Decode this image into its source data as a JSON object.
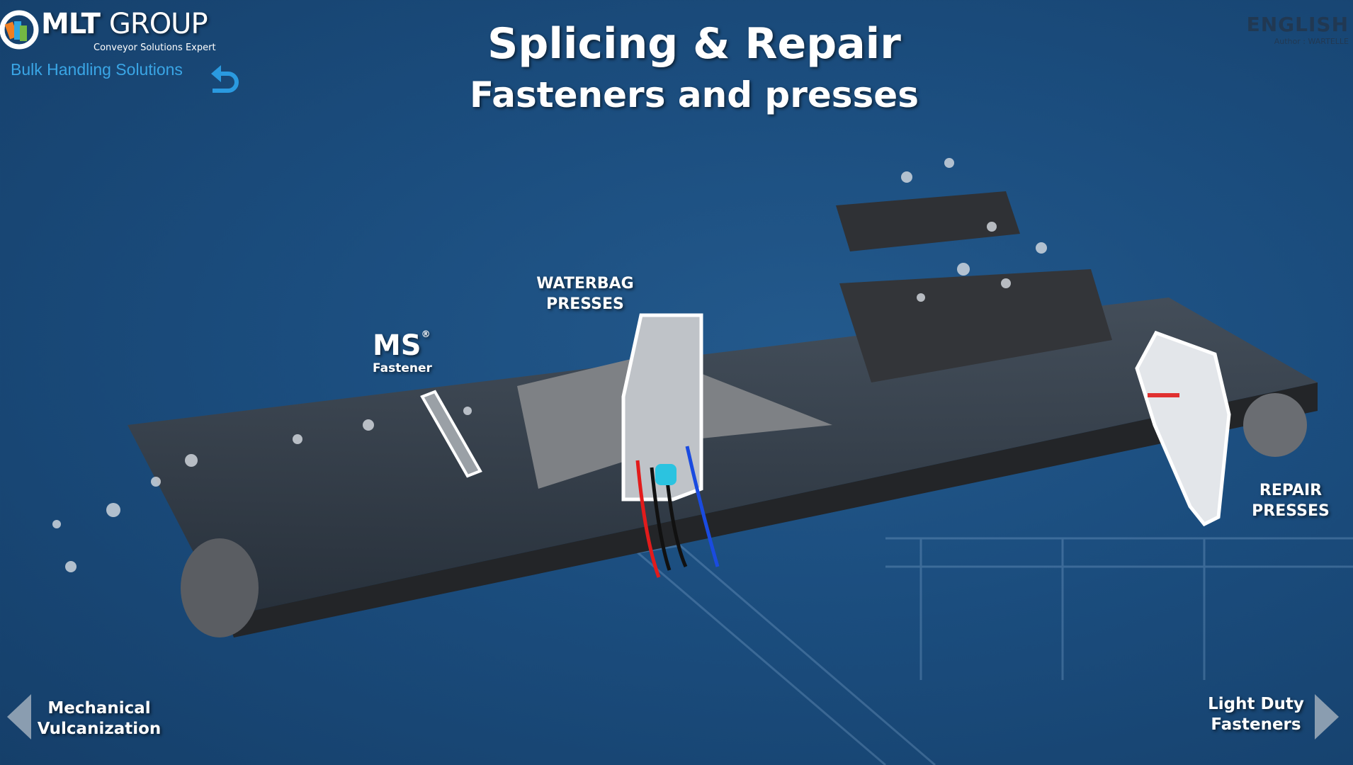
{
  "logo": {
    "brand_bold": "MLT",
    "brand_light": "GROUP",
    "tagline": "Conveyor Solutions Expert"
  },
  "header": {
    "breadcrumb": "Bulk Handling Solutions",
    "title": "Splicing & Repair",
    "subtitle": "Fasteners and presses"
  },
  "language": {
    "label": "ENGLISH",
    "author": "Author : WARTELLE"
  },
  "hotspots": {
    "ms_title": "MS",
    "ms_reg": "®",
    "ms_sub": "Fastener",
    "waterbag_1": "WATERBAG",
    "waterbag_2": "PRESSES",
    "repair_1": "REPAIR",
    "repair_2": "PRESSES"
  },
  "nav": {
    "prev_1": "Mechanical",
    "prev_2": "Vulcanization",
    "next_1": "Light Duty",
    "next_2": "Fasteners"
  },
  "colors": {
    "background": "#1b4d7e",
    "accent": "#3aa6e6"
  }
}
